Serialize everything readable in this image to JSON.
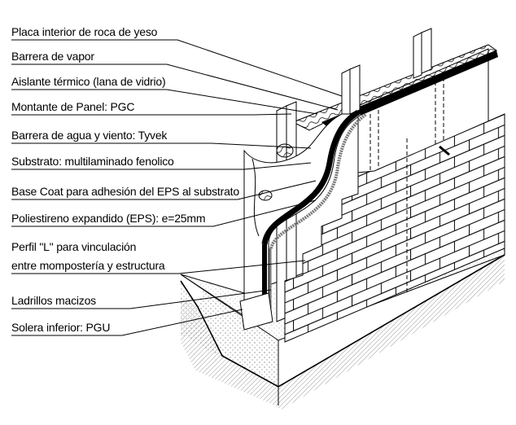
{
  "labels": [
    {
      "id": "placa",
      "text": "Placa interior de roca de yeso"
    },
    {
      "id": "vapor",
      "text": "Barrera de vapor"
    },
    {
      "id": "aislante",
      "text": "Aislante térmico (lana de vidrio)"
    },
    {
      "id": "montante",
      "text": "Montante de Panel: PGC"
    },
    {
      "id": "tyvek",
      "text": "Barrera de agua y viento: Tyvek"
    },
    {
      "id": "substrato",
      "text": "Substrato: multilaminado fenolico"
    },
    {
      "id": "basecoat",
      "text": "Base Coat para adhesión del EPS al substrato"
    },
    {
      "id": "eps",
      "text": "Poliestireno expandido (EPS): e=25mm"
    },
    {
      "id": "perfil_l1",
      "text": "Perfil \"L\" para vinculación"
    },
    {
      "id": "perfil_l2",
      "text": "entre mompostería y estructura"
    },
    {
      "id": "ladrillos",
      "text": "Ladrillos macizos"
    },
    {
      "id": "solera",
      "text": "Solera inferior: PGU"
    }
  ],
  "colors": {
    "line": "#000000",
    "background": "#ffffff",
    "hatch": "#888888"
  }
}
